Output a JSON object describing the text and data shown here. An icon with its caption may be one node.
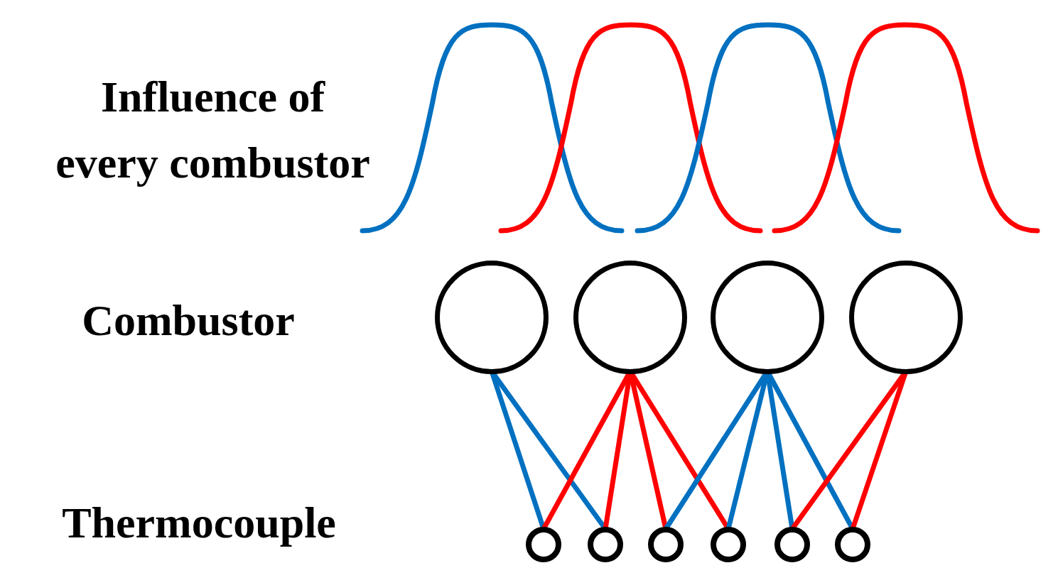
{
  "diagram": {
    "nodes": [
      {
        "text": [],
        "shape": "circle"
      },
      {
        "text": [],
        "shape": "circle"
      },
      {
        "text": [],
        "shape": "circle"
      },
      {
        "text": [],
        "shape": "circle"
      },
      {
        "text": [],
        "shape": "circle"
      },
      {
        "text": [],
        "shape": "circle"
      },
      {
        "text": [],
        "shape": "circle"
      },
      {
        "text": [],
        "shape": "circle"
      },
      {
        "text": [],
        "shape": "circle"
      },
      {
        "text": [],
        "shape": "circle"
      }
    ],
    "edges": [
      {
        "from": 0,
        "to": 4,
        "arrow": "none",
        "color": "#0070c0"
      },
      {
        "from": 0,
        "to": 5,
        "arrow": "none",
        "color": "#0070c0"
      },
      {
        "from": 1,
        "to": 4,
        "arrow": "none",
        "color": "#ff0000"
      },
      {
        "from": 1,
        "to": 5,
        "arrow": "none",
        "color": "#ff0000"
      },
      {
        "from": 1,
        "to": 6,
        "arrow": "none",
        "color": "#ff0000"
      },
      {
        "from": 1,
        "to": 7,
        "arrow": "none",
        "color": "#ff0000"
      },
      {
        "from": 2,
        "to": 6,
        "arrow": "none",
        "color": "#0070c0"
      },
      {
        "from": 2,
        "to": 7,
        "arrow": "none",
        "color": "#0070c0"
      },
      {
        "from": 2,
        "to": 8,
        "arrow": "none",
        "color": "#0070c0"
      },
      {
        "from": 2,
        "to": 9,
        "arrow": "none",
        "color": "#0070c0"
      },
      {
        "from": 3,
        "to": 8,
        "arrow": "none",
        "color": "#ff0000"
      },
      {
        "from": 3,
        "to": 9,
        "arrow": "none",
        "color": "#ff0000"
      }
    ],
    "labels": [
      "Influence of every combustor",
      "Combustor",
      "Thermocouple"
    ]
  }
}
